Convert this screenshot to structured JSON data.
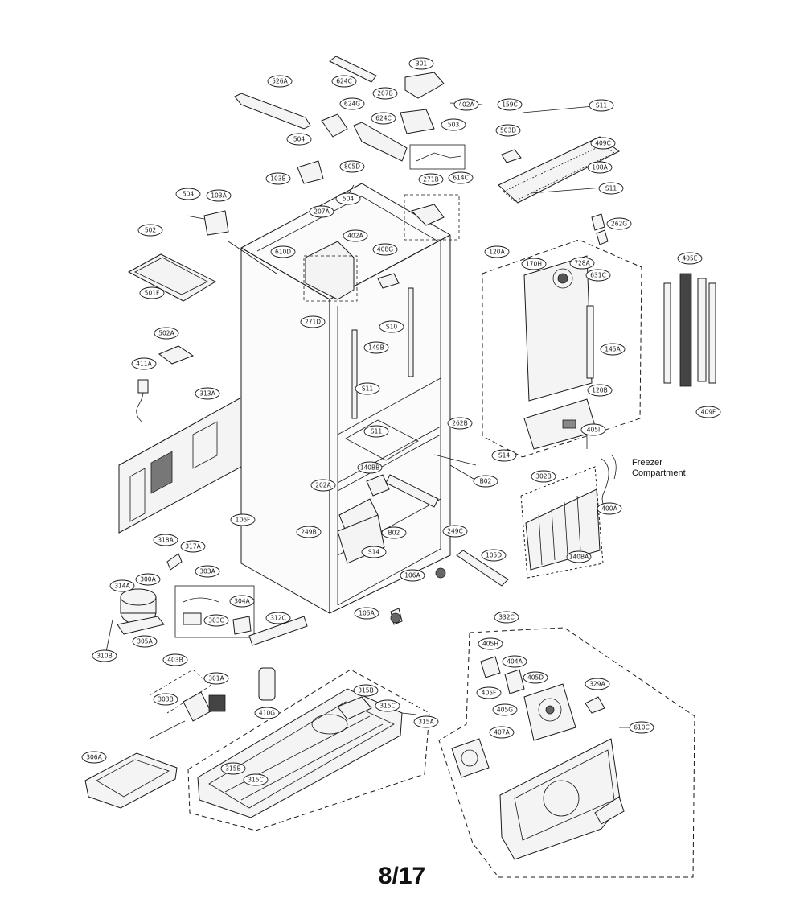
{
  "diagram": {
    "type": "exploded-parts-diagram",
    "section_label": "Freezer\nCompartment",
    "page_number": "8/17",
    "parts": [
      {
        "id": "p-526a",
        "text": "526A"
      },
      {
        "id": "p-624c-top",
        "text": "624C"
      },
      {
        "id": "p-301",
        "text": "301"
      },
      {
        "id": "p-207b",
        "text": "207B"
      },
      {
        "id": "p-402a-top",
        "text": "402A"
      },
      {
        "id": "p-624g",
        "text": "624G"
      },
      {
        "id": "p-624c-mid",
        "text": "624C"
      },
      {
        "id": "p-503",
        "text": "503"
      },
      {
        "id": "p-504-top",
        "text": "504"
      },
      {
        "id": "p-103b",
        "text": "103B"
      },
      {
        "id": "p-805d",
        "text": "805D"
      },
      {
        "id": "p-271b",
        "text": "271B"
      },
      {
        "id": "p-614c",
        "text": "614C"
      },
      {
        "id": "p-159c",
        "text": "159C"
      },
      {
        "id": "p-s11-top",
        "text": "S11"
      },
      {
        "id": "p-503d",
        "text": "503D"
      },
      {
        "id": "p-409c",
        "text": "409C"
      },
      {
        "id": "p-108a",
        "text": "108A"
      },
      {
        "id": "p-s11-right",
        "text": "S11"
      },
      {
        "id": "p-504-left",
        "text": "504"
      },
      {
        "id": "p-103a",
        "text": "103A"
      },
      {
        "id": "p-504-mid",
        "text": "504"
      },
      {
        "id": "p-207a",
        "text": "207A"
      },
      {
        "id": "p-402a-mid",
        "text": "402A"
      },
      {
        "id": "p-502",
        "text": "502"
      },
      {
        "id": "p-610d",
        "text": "610D"
      },
      {
        "id": "p-408g",
        "text": "408G"
      },
      {
        "id": "p-262g",
        "text": "262G"
      },
      {
        "id": "p-501f",
        "text": "501F"
      },
      {
        "id": "p-120a",
        "text": "120A"
      },
      {
        "id": "p-170h",
        "text": "170H"
      },
      {
        "id": "p-728a",
        "text": "728A"
      },
      {
        "id": "p-631c",
        "text": "631C"
      },
      {
        "id": "p-405e",
        "text": "405E"
      },
      {
        "id": "p-271d",
        "text": "271D"
      },
      {
        "id": "p-s10",
        "text": "S10"
      },
      {
        "id": "p-502a",
        "text": "502A"
      },
      {
        "id": "p-149b",
        "text": "149B"
      },
      {
        "id": "p-145a",
        "text": "145A"
      },
      {
        "id": "p-411a",
        "text": "411A"
      },
      {
        "id": "p-s11-inner",
        "text": "S11"
      },
      {
        "id": "p-120b",
        "text": "120B"
      },
      {
        "id": "p-313a",
        "text": "313A"
      },
      {
        "id": "p-s11-floor",
        "text": "S11"
      },
      {
        "id": "p-405i",
        "text": "405I"
      },
      {
        "id": "p-409f",
        "text": "409F"
      },
      {
        "id": "p-262b",
        "text": "262B"
      },
      {
        "id": "p-s14-right",
        "text": "S14"
      },
      {
        "id": "p-140bb",
        "text": "140BB"
      },
      {
        "id": "p-b02-right",
        "text": "B02"
      },
      {
        "id": "p-302b",
        "text": "302B"
      },
      {
        "id": "p-202a",
        "text": "202A"
      },
      {
        "id": "p-400a",
        "text": "400A"
      },
      {
        "id": "p-106f",
        "text": "106F"
      },
      {
        "id": "p-b02-inner",
        "text": "B02"
      },
      {
        "id": "p-249b",
        "text": "249B"
      },
      {
        "id": "p-249c",
        "text": "249C"
      },
      {
        "id": "p-140ba",
        "text": "140BA"
      },
      {
        "id": "p-318a",
        "text": "318A"
      },
      {
        "id": "p-317a",
        "text": "317A"
      },
      {
        "id": "p-s14-inner",
        "text": "S14"
      },
      {
        "id": "p-105d",
        "text": "105D"
      },
      {
        "id": "p-303a",
        "text": "303A"
      },
      {
        "id": "p-106a",
        "text": "106A"
      },
      {
        "id": "p-314a",
        "text": "314A"
      },
      {
        "id": "p-300a",
        "text": "300A"
      },
      {
        "id": "p-304a",
        "text": "304A"
      },
      {
        "id": "p-303c",
        "text": "303C"
      },
      {
        "id": "p-312c",
        "text": "312C"
      },
      {
        "id": "p-105a",
        "text": "105A"
      },
      {
        "id": "p-305a",
        "text": "305A"
      },
      {
        "id": "p-332c",
        "text": "332C"
      },
      {
        "id": "p-310b",
        "text": "310B"
      },
      {
        "id": "p-405h",
        "text": "405H"
      },
      {
        "id": "p-403b",
        "text": "403B"
      },
      {
        "id": "p-404a",
        "text": "404A"
      },
      {
        "id": "p-301a",
        "text": "301A"
      },
      {
        "id": "p-405d",
        "text": "405D"
      },
      {
        "id": "p-303b",
        "text": "303B"
      },
      {
        "id": "p-405f",
        "text": "405F"
      },
      {
        "id": "p-329a",
        "text": "329A"
      },
      {
        "id": "p-315b",
        "text": "315B"
      },
      {
        "id": "p-315c",
        "text": "315C"
      },
      {
        "id": "p-405g",
        "text": "405G"
      },
      {
        "id": "p-410g",
        "text": "410G"
      },
      {
        "id": "p-315a",
        "text": "315A"
      },
      {
        "id": "p-407a",
        "text": "407A"
      },
      {
        "id": "p-610c",
        "text": "610C"
      },
      {
        "id": "p-306a",
        "text": "306A"
      },
      {
        "id": "p-315b-tray",
        "text": "315B"
      },
      {
        "id": "p-315c-tray",
        "text": "315C"
      }
    ]
  }
}
